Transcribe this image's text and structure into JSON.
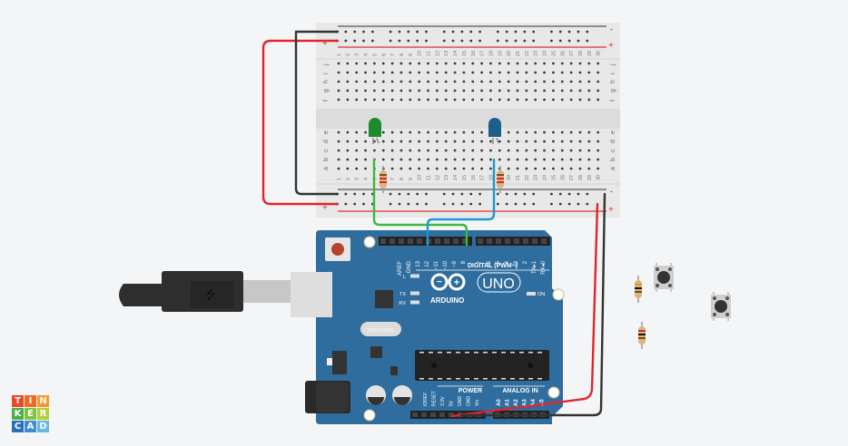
{
  "app": {
    "name": "Tinkercad",
    "logo_letters": [
      "T",
      "I",
      "N",
      "K",
      "E",
      "R",
      "C",
      "A",
      "D"
    ],
    "logo_colors": [
      "#e8482a",
      "#f06a22",
      "#f59a2a",
      "#4fae45",
      "#80c342",
      "#b6cf39",
      "#2a6fb8",
      "#3b8ed1",
      "#69b5e3"
    ]
  },
  "breadboard": {
    "rail_top_labels": {
      "minus": "-",
      "plus": "+"
    },
    "rail_bottom_labels": {
      "minus": "-",
      "plus": "+"
    },
    "row_labels_top": [
      "j",
      "i",
      "h",
      "g",
      "f"
    ],
    "row_labels_bottom": [
      "e",
      "d",
      "c",
      "b",
      "a"
    ],
    "columns": 30
  },
  "components": {
    "leds": [
      {
        "name": "led-green",
        "color": "#1f8a2c",
        "column": 5
      },
      {
        "name": "led-blue",
        "color": "#1e5f8a",
        "column": 18
      }
    ],
    "resistors": [
      {
        "column": 6
      },
      {
        "column": 19
      }
    ],
    "loose_resistors": 2,
    "pushbuttons": 2
  },
  "wires": {
    "red": "#e0262c",
    "black": "#333333",
    "green": "#3db83d",
    "blue": "#1b97d4"
  },
  "arduino": {
    "brand": "ARDUINO",
    "model": "UNO",
    "digital_label": "DIGITAL (PWM~)",
    "power_label": "POWER",
    "analog_label": "ANALOG IN",
    "on_label": "ON",
    "led_labels": [
      "L",
      "TX",
      "RX"
    ],
    "crystal_label": "SPK16.000G",
    "digital_pins": [
      "AREF",
      "GND",
      "13",
      "12",
      "~11",
      "~10",
      "~9",
      "8",
      "7",
      "~6",
      "~5",
      "4",
      "~3",
      "2",
      "TX▸1",
      "RX◂0"
    ],
    "power_pins": [
      "IOREF",
      "RESET",
      "3.3V",
      "5V",
      "GND",
      "GND",
      "Vin"
    ],
    "analog_pins": [
      "A0",
      "A1",
      "A2",
      "A3",
      "A4",
      "A5"
    ],
    "board_color": "#2f6d9e"
  }
}
